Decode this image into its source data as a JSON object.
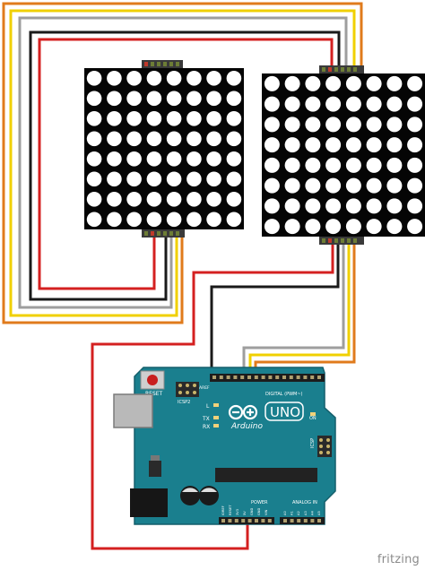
{
  "colors": {
    "wire_orange": "#e07b1c",
    "wire_yellow": "#f0d000",
    "wire_gray": "#9e9e9e",
    "wire_black": "#1a1a1a",
    "wire_red": "#d42020",
    "board": "#1a7f8e",
    "board_dark": "#145f6b",
    "matrix_body": "#050505",
    "led": "#ffffff"
  },
  "matrices": [
    {
      "id": "left",
      "rows": 8,
      "cols": 8
    },
    {
      "id": "right",
      "rows": 8,
      "cols": 8
    }
  ],
  "board": {
    "brand": "Arduino",
    "model": "UNO",
    "reset_label": "RESET",
    "icsp2_label": "ICSP2",
    "icsp_label": "ICSP",
    "l_label": "L",
    "tx_label": "TX",
    "rx_label": "RX",
    "on_label": "ON",
    "aref_label": "AREF",
    "digital_label": "DIGITAL (PWM~)",
    "power_label": "POWER",
    "analog_label": "ANALOG IN",
    "power_pins": [
      "IOREF",
      "RESET",
      "3V3",
      "5V",
      "GND",
      "GND",
      "VIN"
    ],
    "analog_pins": [
      "A0",
      "A1",
      "A2",
      "A3",
      "A4",
      "A5"
    ]
  },
  "watermark": "fritzing"
}
